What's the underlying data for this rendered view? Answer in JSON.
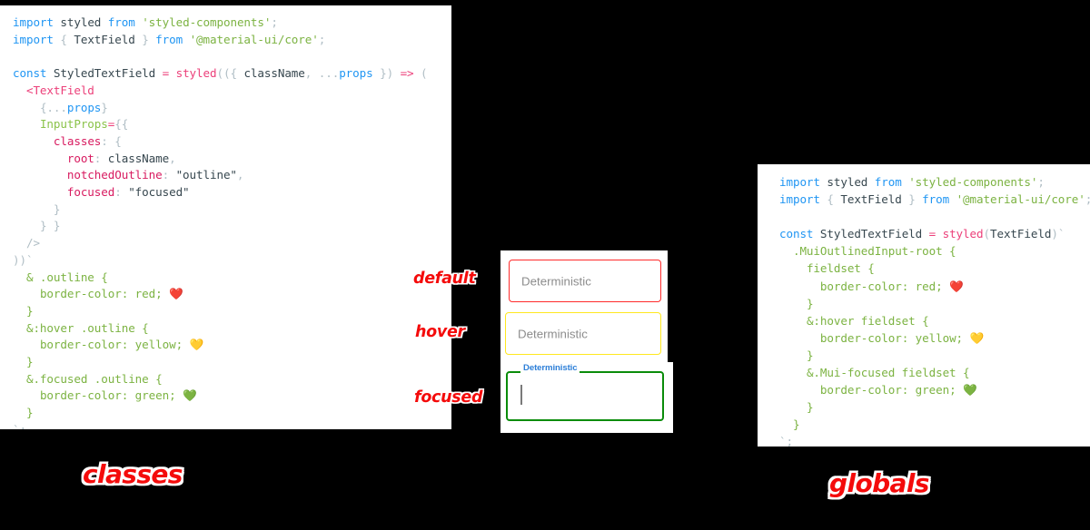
{
  "background_color": "#000000",
  "accent_color": "#f40b0b",
  "panels": {
    "classes": {
      "caption": "classes",
      "code_lines": [
        "import styled from 'styled-components';",
        "import { TextField } from '@material-ui/core';",
        "",
        "const StyledTextField = styled(({ className, ...props }) => (",
        "  <TextField",
        "    {...props}",
        "    InputProps={{",
        "      classes: {",
        "        root: className,",
        "        notchedOutline: \"outline\",",
        "        focused: \"focused\"",
        "      }",
        "    } }",
        "  />",
        "))`",
        "  & .outline {",
        "    border-color: red; ❤️",
        "  }",
        "  &:hover .outline {",
        "    border-color: yellow; 💛",
        "  }",
        "  &.focused .outline {",
        "    border-color: green; 💚",
        "  }",
        "`;"
      ]
    },
    "globals": {
      "caption": "globals",
      "code_lines": [
        "import styled from 'styled-components';",
        "import { TextField } from '@material-ui/core';",
        "",
        "const StyledTextField = styled(TextField)`",
        "  .MuiOutlinedInput-root {",
        "    fieldset {",
        "      border-color: red; ❤️",
        "    }",
        "    &:hover fieldset {",
        "      border-color: yellow; 💛",
        "    }",
        "    &.Mui-focused fieldset {",
        "      border-color: green; 💚",
        "    }",
        "  }",
        "`;"
      ]
    }
  },
  "demo": {
    "fields": [
      {
        "state_label": "default",
        "placeholder": "Deterministic",
        "border_color": "#ff2b2b",
        "focused": false
      },
      {
        "state_label": "hover",
        "placeholder": "Deterministic",
        "border_color": "#ffe81f",
        "focused": false
      },
      {
        "state_label": "focused",
        "notch_label": "Deterministic",
        "value": "",
        "border_color": "#0a8c0a",
        "label_color": "#2d7fd8",
        "focused": true
      }
    ]
  },
  "tokens": {
    "import": "import",
    "from": "from",
    "const": "const",
    "styled": "styled",
    "text_field": "TextField",
    "styled_components_pkg": "'styled-components'",
    "material_ui_pkg": "'@material-ui/core'",
    "styled_text_field": "StyledTextField",
    "class_name": "className",
    "props": "props",
    "input_props": "InputProps",
    "classes": "classes",
    "root": "root",
    "notched_outline": "notchedOutline",
    "outline_str": "\"outline\"",
    "focused_prop": "focused",
    "focused_str": "\"focused\"",
    "red_heart": "❤️",
    "yellow_heart": "💛",
    "green_heart": "💚"
  }
}
